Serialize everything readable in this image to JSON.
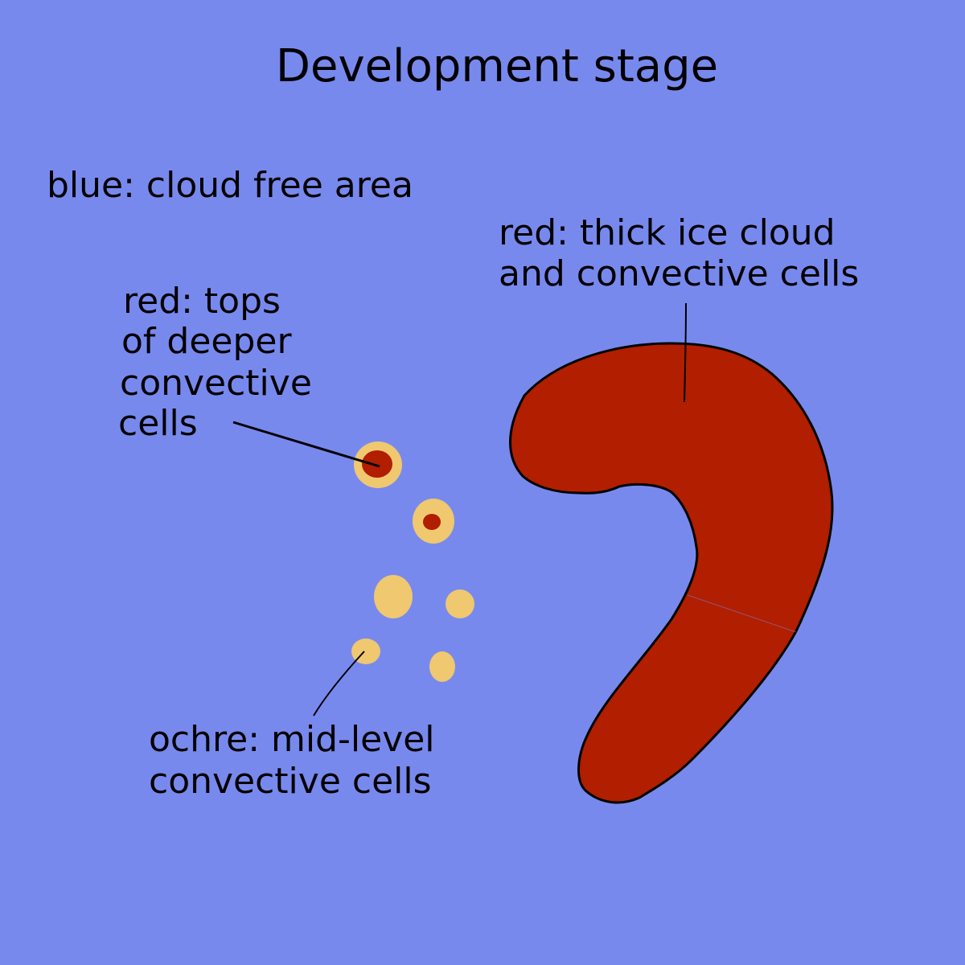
{
  "title": "Development stage",
  "colors": {
    "background_blue": "#7889ee",
    "red": "#b11e00",
    "ochre": "#efc86f",
    "outline": "#000000"
  },
  "labels": {
    "blue": [
      "blue: cloud free area"
    ],
    "thick_ice": [
      "red: thick ice cloud",
      "and convective cells"
    ],
    "deep_tops": [
      "red: tops",
      "of deeper",
      "convective",
      "cells"
    ],
    "ochre": [
      "ochre: mid-level",
      "convective cells"
    ]
  },
  "legend": [
    {
      "color": "blue",
      "meaning": "cloud free area"
    },
    {
      "color": "red",
      "meaning": "thick ice cloud and convective cells"
    },
    {
      "color": "red",
      "meaning": "tops of deeper convective cells"
    },
    {
      "color": "ochre",
      "meaning": "mid-level convective cells"
    }
  ]
}
